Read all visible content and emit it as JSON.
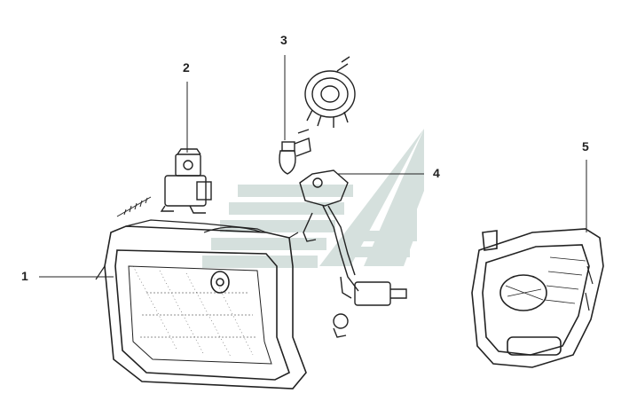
{
  "callouts": [
    {
      "id": "1"
    },
    {
      "id": "2"
    },
    {
      "id": "3"
    },
    {
      "id": "4"
    },
    {
      "id": "5"
    }
  ],
  "colors": {
    "line": "#222222",
    "watermark": "#c8d6d2",
    "shade": "#d9d9d9"
  },
  "watermark": {
    "icon": "wing-logo-watermark"
  }
}
